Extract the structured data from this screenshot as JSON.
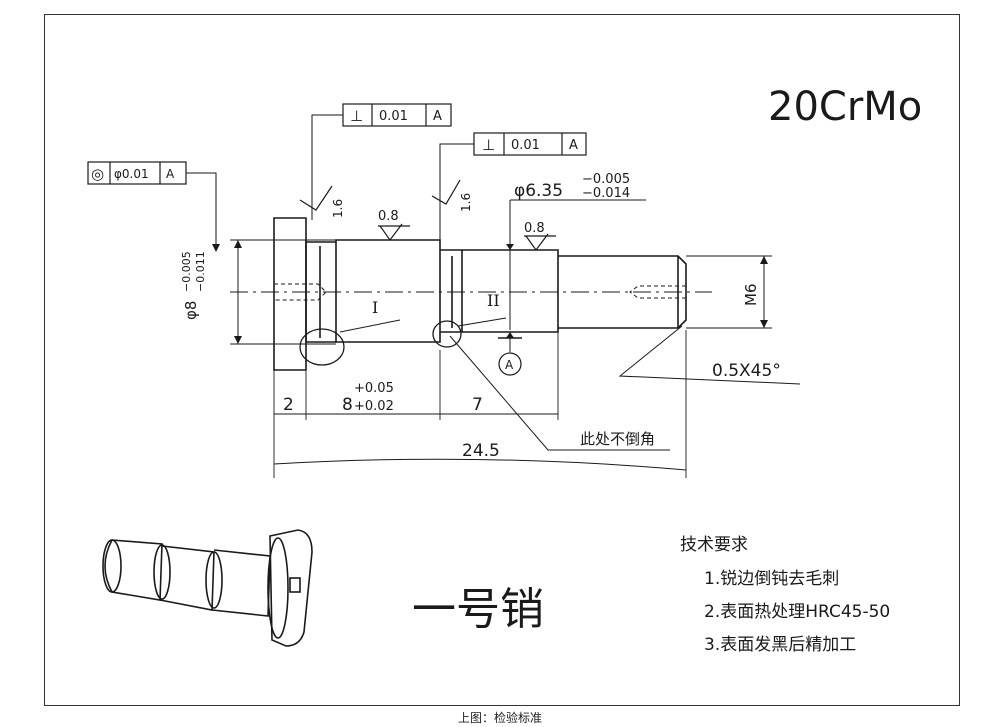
{
  "material": "20CrMo",
  "tolerance_frames": [
    {
      "symbol": "⊥",
      "value": "0.01",
      "datum": "A"
    },
    {
      "symbol": "⊥",
      "value": "0.01",
      "datum": "A"
    },
    {
      "symbol": "◎",
      "value": "φ0.01",
      "datum": "A"
    }
  ],
  "roughness": {
    "left_face": "1.6",
    "right_face": "1.6",
    "main": "0.8",
    "secondary": "0.8"
  },
  "dimensions": {
    "dia_main": "φ6.35",
    "dia_main_upper": "−0.005",
    "dia_main_lower": "−0.014",
    "dia_head_base": "φ8",
    "dia_head_upper": "−0.005",
    "dia_head_lower": "−0.011",
    "thread": "M6",
    "chamfer": "0.5X45°",
    "len_head": "2",
    "len_mid_base": "8",
    "len_mid_upper": "+0.05",
    "len_mid_lower": "+0.02",
    "len_third": "7",
    "total_length": "24.5"
  },
  "detail_labels": [
    "I",
    "II"
  ],
  "datum_label": "A",
  "note_no_chamfer": "此处不倒角",
  "part_name": "一号销",
  "requirements": {
    "title": "技术要求",
    "items": [
      "1.锐边倒钝去毛刺",
      "2.表面热处理HRC45-50",
      "3.表面发黑后精加工"
    ]
  },
  "caption": "上图：检验标准"
}
